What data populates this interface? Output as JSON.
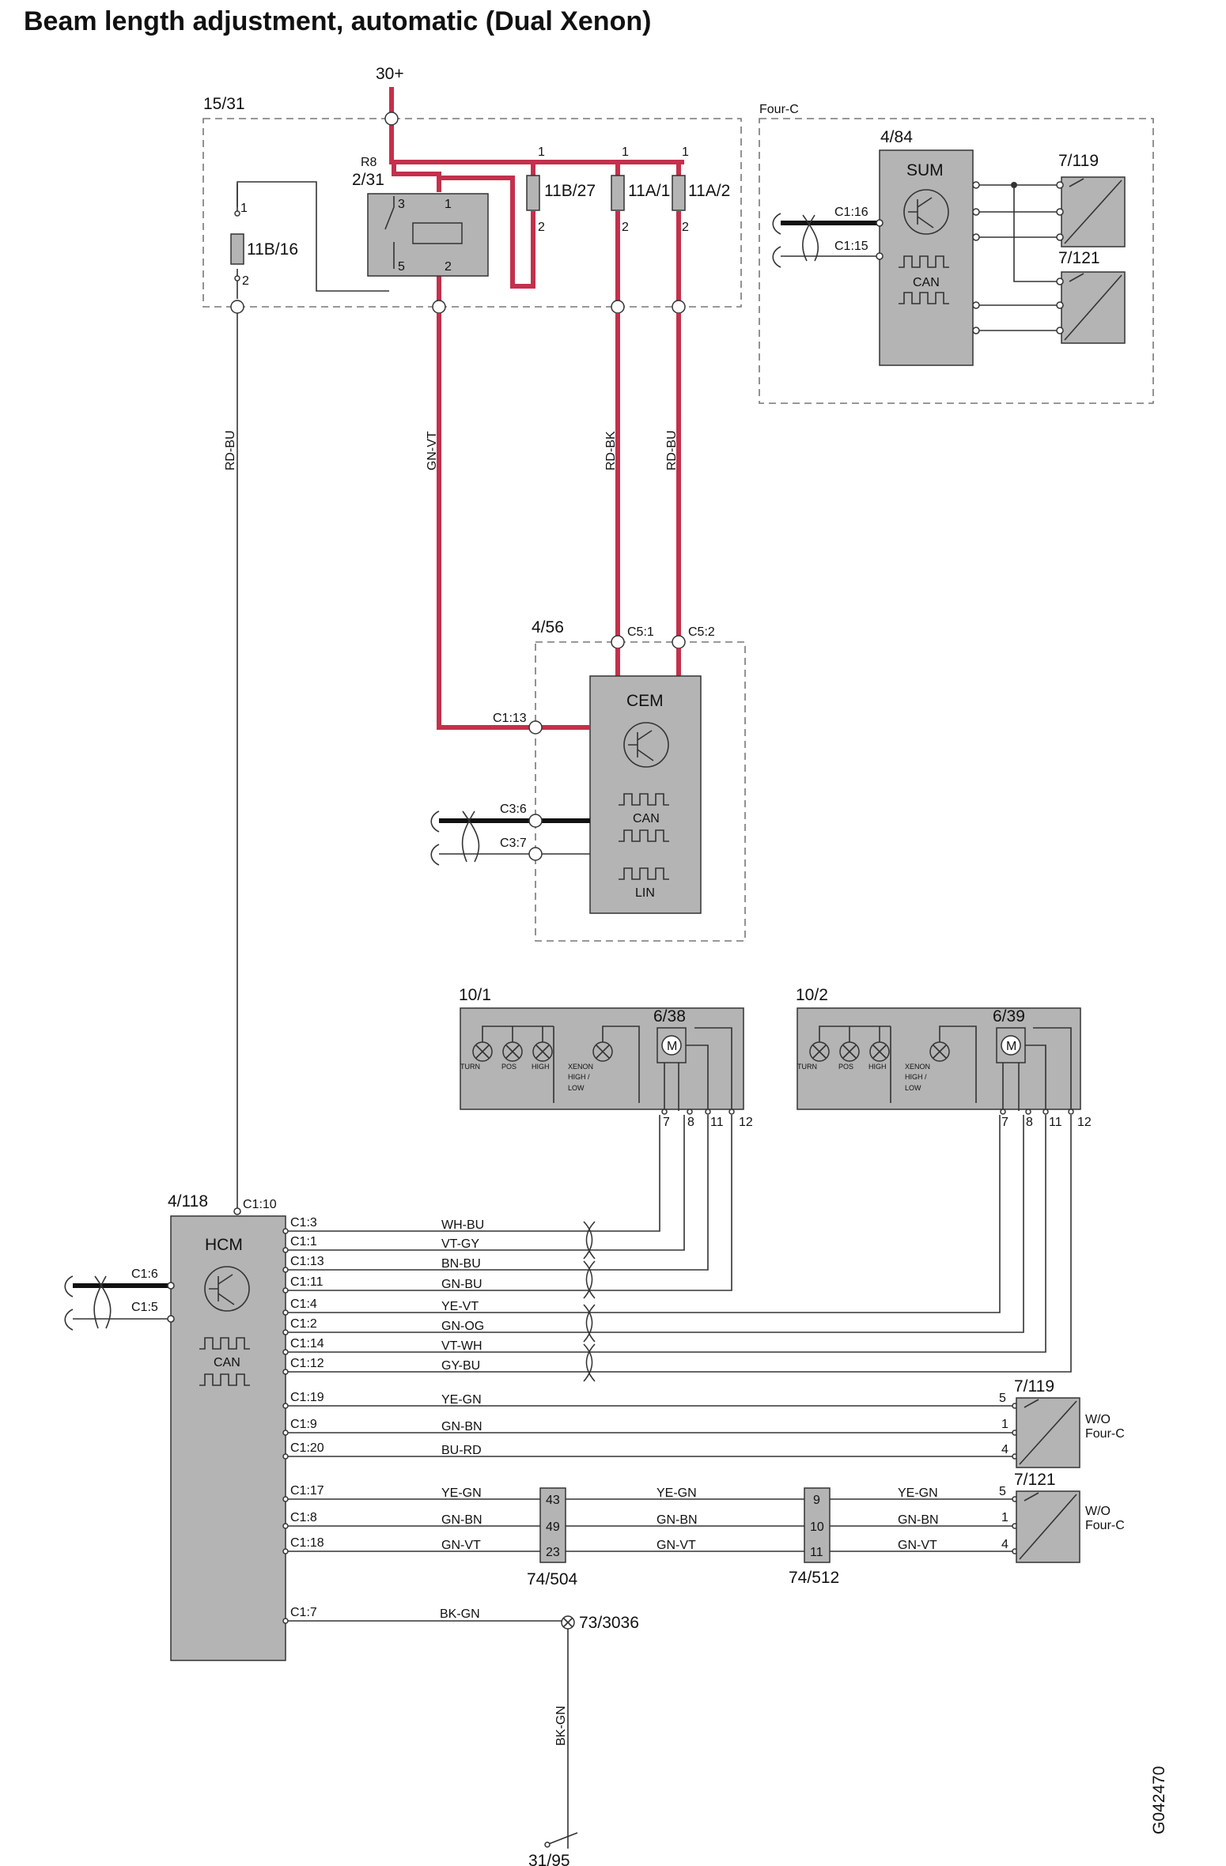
{
  "title": "Beam length adjustment, automatic (Dual Xenon)",
  "figure_id": "G042470",
  "power": {
    "supply": "30+",
    "fuse_box": "15/31",
    "relay": "2/31",
    "relay_label": "R8",
    "relay_pins": [
      "3",
      "1",
      "5",
      "2"
    ],
    "fuses": [
      {
        "label": "11B/16",
        "pins": [
          "1",
          "2"
        ]
      },
      {
        "label": "11B/27",
        "pins": [
          "1",
          "2"
        ]
      },
      {
        "label": "11A/1",
        "pins": [
          "1",
          "2"
        ]
      },
      {
        "label": "11A/2",
        "pins": [
          "1",
          "2"
        ]
      }
    ]
  },
  "wire_colors": {
    "rd_bu": "RD-BU",
    "gn_vt": "GN-VT",
    "rd_bk": "RD-BK",
    "rd_bu2": "RD-BU",
    "bk_gn": "BK-GN"
  },
  "four_c": {
    "frame_label": "Four-C",
    "sum_id": "4/84",
    "sum_name": "SUM",
    "can": "CAN",
    "pins": [
      "C1:16",
      "C1:15"
    ],
    "sensors": [
      "7/119",
      "7/121"
    ]
  },
  "cem": {
    "id": "4/56",
    "name": "CEM",
    "pins_top": [
      "C5:1",
      "C5:2"
    ],
    "pin_feed": "C1:13",
    "pins_bus": [
      "C3:6",
      "C3:7"
    ],
    "can": "CAN",
    "lin": "LIN"
  },
  "headlamps": [
    {
      "id": "10/1",
      "motor": "6/38",
      "pins": [
        "7",
        "8",
        "11",
        "12"
      ],
      "lamps": [
        "TURN",
        "POS",
        "HIGH",
        "XENON",
        "HIGH /",
        "LOW"
      ],
      "motor_symbol": "M"
    },
    {
      "id": "10/2",
      "motor": "6/39",
      "pins": [
        "7",
        "8",
        "11",
        "12"
      ],
      "lamps": [
        "TURN",
        "POS",
        "HIGH",
        "XENON",
        "HIGH /",
        "LOW"
      ],
      "motor_symbol": "M"
    }
  ],
  "hcm": {
    "id": "4/118",
    "name": "HCM",
    "can": "CAN",
    "top_pin": "C1:10",
    "bus_pins": [
      "C1:6",
      "C1:5"
    ],
    "motor_wires": [
      {
        "pin": "C1:3",
        "color": "WH-BU"
      },
      {
        "pin": "C1:1",
        "color": "VT-GY"
      },
      {
        "pin": "C1:13",
        "color": "BN-BU"
      },
      {
        "pin": "C1:11",
        "color": "GN-BU"
      },
      {
        "pin": "C1:4",
        "color": "YE-VT"
      },
      {
        "pin": "C1:2",
        "color": "GN-OG"
      },
      {
        "pin": "C1:14",
        "color": "VT-WH"
      },
      {
        "pin": "C1:12",
        "color": "GY-BU"
      }
    ],
    "sensor_wires_a": [
      {
        "pin": "C1:19",
        "color": "YE-GN"
      },
      {
        "pin": "C1:9",
        "color": "GN-BN"
      },
      {
        "pin": "C1:20",
        "color": "BU-RD"
      }
    ],
    "sensor_wires_b": [
      {
        "pin": "C1:17",
        "color": "YE-GN"
      },
      {
        "pin": "C1:8",
        "color": "GN-BN"
      },
      {
        "pin": "C1:18",
        "color": "GN-VT"
      }
    ],
    "ground_pin": "C1:7",
    "ground_color": "BK-GN"
  },
  "sensor_a": {
    "id": "7/119",
    "pins": [
      "5",
      "1",
      "4"
    ],
    "note_line1": "W/O",
    "note_line2": "Four-C"
  },
  "sensor_b": {
    "id": "7/121",
    "pins": [
      "5",
      "1",
      "4"
    ],
    "note_line1": "W/O",
    "note_line2": "Four-C"
  },
  "connectors": [
    {
      "id": "74/504",
      "pins": [
        "43",
        "49",
        "23"
      ]
    },
    {
      "id": "74/512",
      "pins": [
        "9",
        "10",
        "11"
      ]
    }
  ],
  "connector_wires_mid": [
    "YE-GN",
    "GN-BN",
    "GN-VT"
  ],
  "connector_wires_right": [
    "YE-GN",
    "GN-BN",
    "GN-VT"
  ],
  "ground_point": "73/3036",
  "ground_terminal": "31/95"
}
